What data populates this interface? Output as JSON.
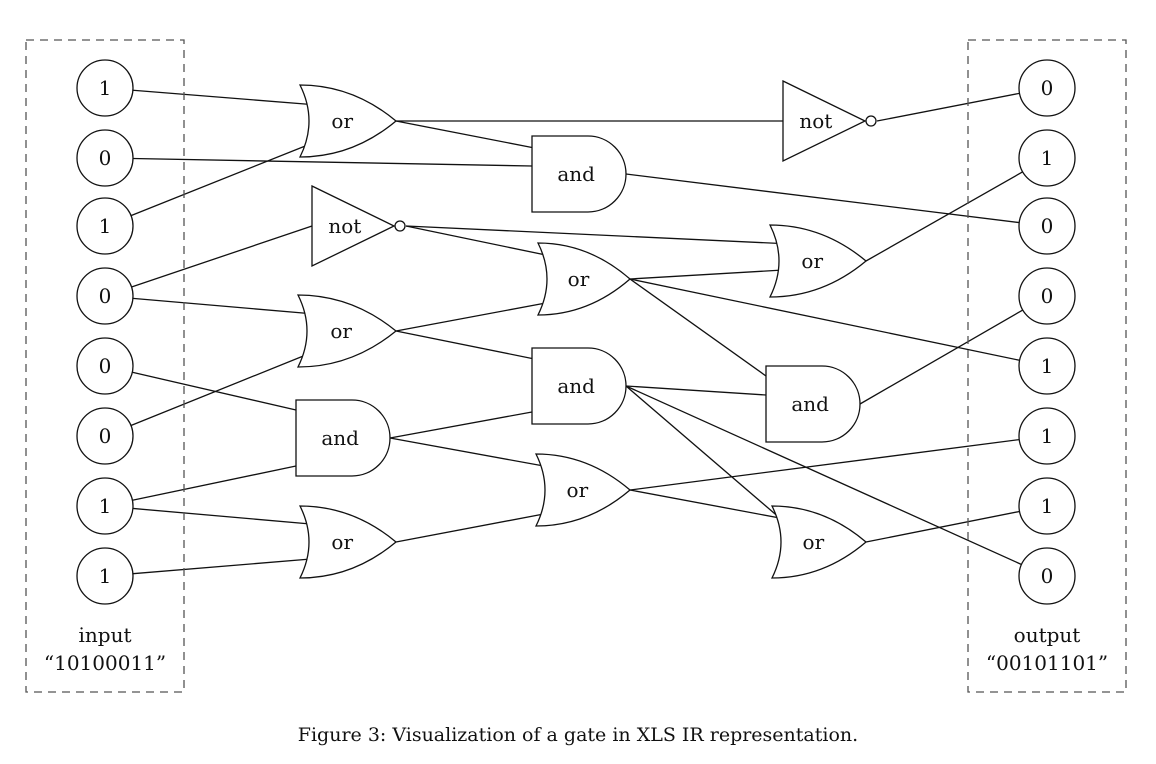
{
  "caption": "Figure 3: Visualization of a gate in XLS IR representation.",
  "input_box": {
    "title": "input",
    "value": "“10100011”"
  },
  "output_box": {
    "title": "output",
    "value": "“00101101”"
  },
  "inputs": [
    {
      "id": "i0",
      "bit": "1"
    },
    {
      "id": "i1",
      "bit": "0"
    },
    {
      "id": "i2",
      "bit": "1"
    },
    {
      "id": "i3",
      "bit": "0"
    },
    {
      "id": "i4",
      "bit": "0"
    },
    {
      "id": "i5",
      "bit": "0"
    },
    {
      "id": "i6",
      "bit": "1"
    },
    {
      "id": "i7",
      "bit": "1"
    }
  ],
  "outputs": [
    {
      "id": "o0",
      "bit": "0"
    },
    {
      "id": "o1",
      "bit": "1"
    },
    {
      "id": "o2",
      "bit": "0"
    },
    {
      "id": "o3",
      "bit": "0"
    },
    {
      "id": "o4",
      "bit": "1"
    },
    {
      "id": "o5",
      "bit": "1"
    },
    {
      "id": "o6",
      "bit": "1"
    },
    {
      "id": "o7",
      "bit": "0"
    }
  ],
  "gates": [
    {
      "id": "g1",
      "type": "or",
      "label": "or"
    },
    {
      "id": "g2",
      "type": "and",
      "label": "and"
    },
    {
      "id": "g3",
      "type": "not",
      "label": "not"
    },
    {
      "id": "g4",
      "type": "not",
      "label": "not"
    },
    {
      "id": "g5",
      "type": "or",
      "label": "or"
    },
    {
      "id": "g6",
      "type": "or",
      "label": "or"
    },
    {
      "id": "g7",
      "type": "or",
      "label": "or"
    },
    {
      "id": "g8",
      "type": "and",
      "label": "and"
    },
    {
      "id": "g9",
      "type": "and",
      "label": "and"
    },
    {
      "id": "g10",
      "type": "and",
      "label": "and"
    },
    {
      "id": "g11",
      "type": "or",
      "label": "or"
    },
    {
      "id": "g12",
      "type": "or",
      "label": "or"
    },
    {
      "id": "g13",
      "type": "or",
      "label": "or"
    }
  ],
  "wires": [
    [
      "i0",
      "g1"
    ],
    [
      "i2",
      "g1"
    ],
    [
      "g1",
      "g3"
    ],
    [
      "g1",
      "g2"
    ],
    [
      "i1",
      "g2"
    ],
    [
      "g3",
      "o0"
    ],
    [
      "g2",
      "o2"
    ],
    [
      "i3",
      "g4"
    ],
    [
      "i3",
      "g6"
    ],
    [
      "g4",
      "g7"
    ],
    [
      "g4",
      "g5"
    ],
    [
      "g6",
      "g5"
    ],
    [
      "g5",
      "g7"
    ],
    [
      "g7",
      "o1"
    ],
    [
      "g5",
      "o4"
    ],
    [
      "g5",
      "g10"
    ],
    [
      "i5",
      "g6"
    ],
    [
      "g6",
      "g8"
    ],
    [
      "i4",
      "g9"
    ],
    [
      "i6",
      "g9"
    ],
    [
      "g9",
      "g8"
    ],
    [
      "g9",
      "g11"
    ],
    [
      "g8",
      "g10"
    ],
    [
      "g10",
      "o3"
    ],
    [
      "g8",
      "g13"
    ],
    [
      "g8",
      "o7"
    ],
    [
      "i6",
      "g12"
    ],
    [
      "i7",
      "g12"
    ],
    [
      "g12",
      "g11"
    ],
    [
      "g11",
      "o5"
    ],
    [
      "g11",
      "g13"
    ],
    [
      "g13",
      "o6"
    ]
  ]
}
